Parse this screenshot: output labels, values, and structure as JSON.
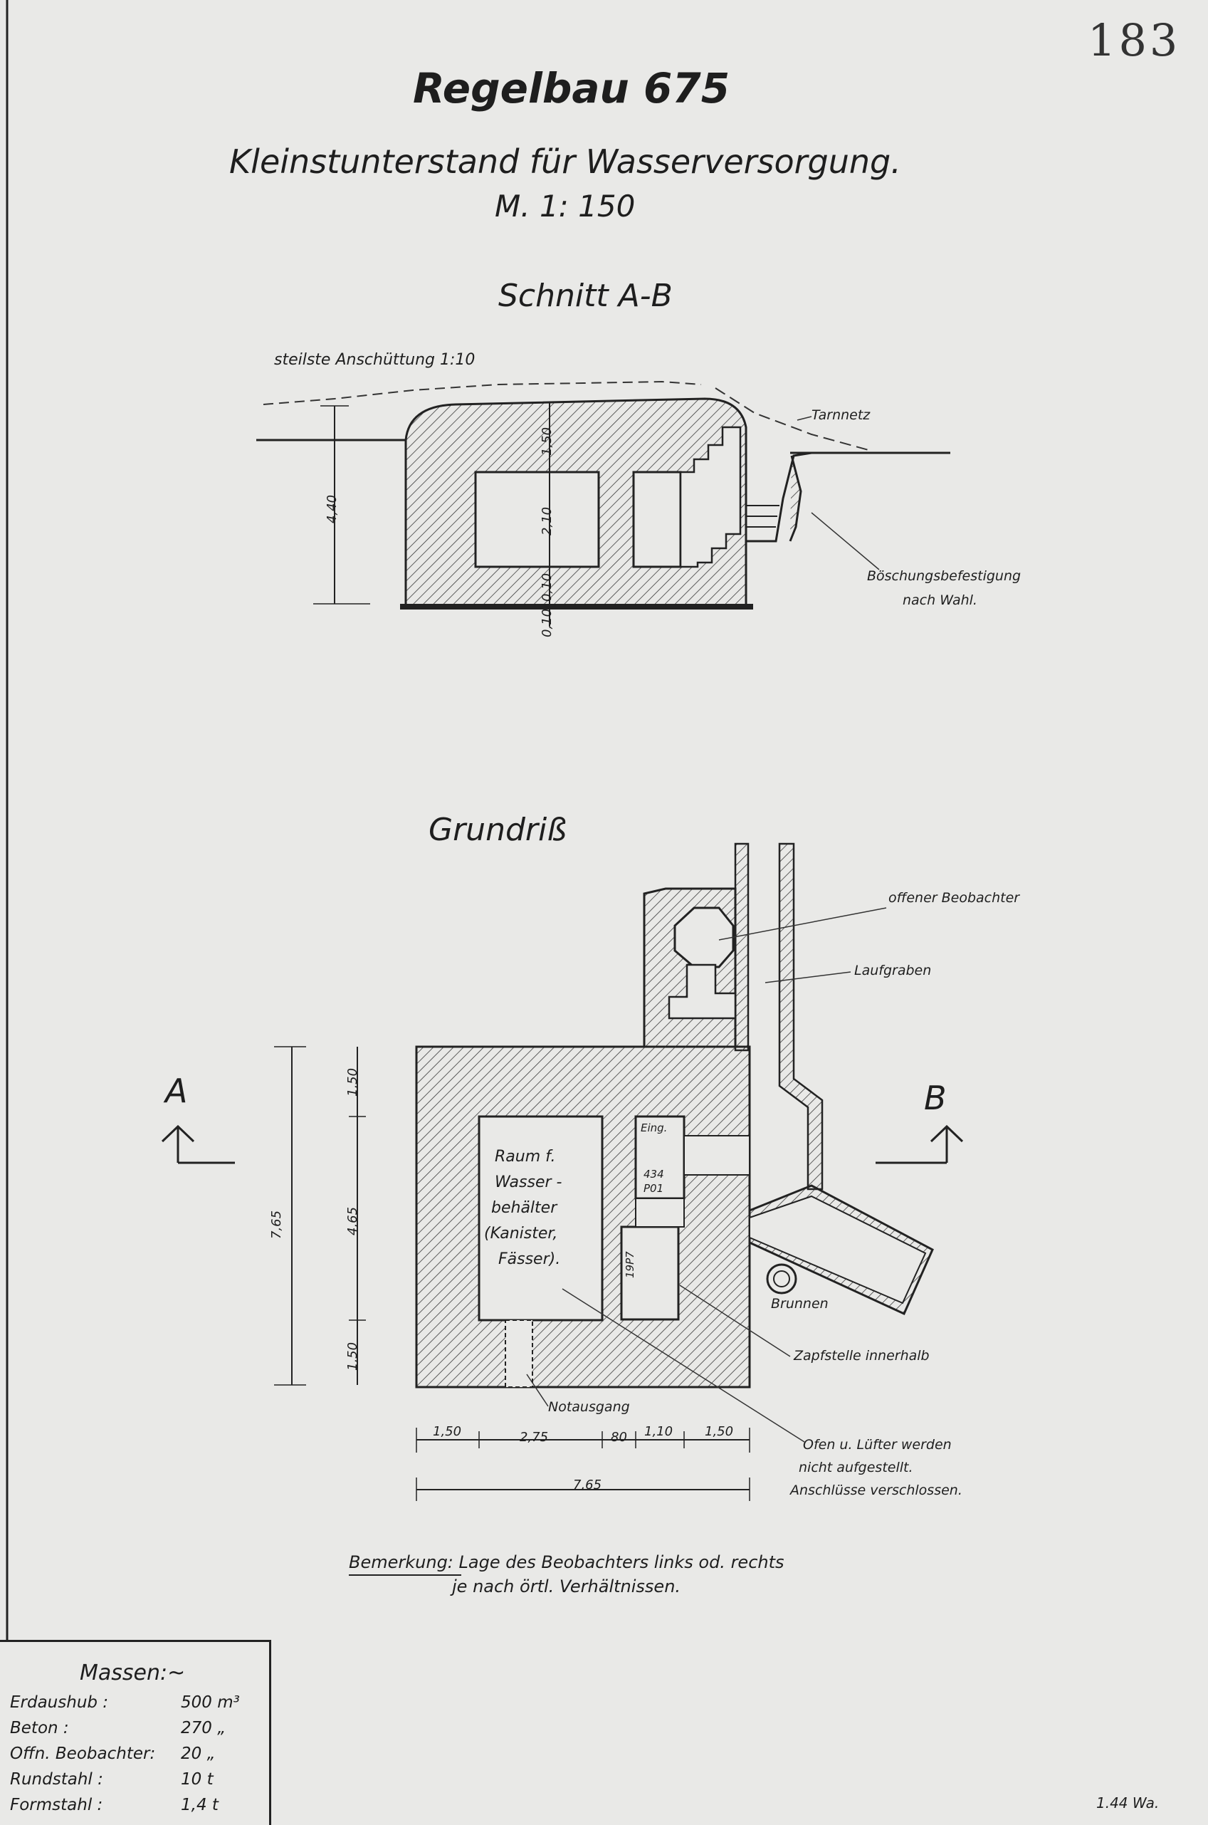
{
  "page_number": "183",
  "title": "Regelbau 675",
  "subtitle": "Kleinstunterstand für Wasserversorgung.",
  "scale": "M. 1: 150",
  "section": {
    "heading": "Schnitt A-B",
    "labels": {
      "fill_slope": "steilste Anschüttung 1:10",
      "camo_net": "Tarnnetz",
      "slope_reinforcement_1": "Böschungsbefestigung",
      "slope_reinforcement_2": "nach Wahl."
    },
    "dims": {
      "total_height": "4,40",
      "roof": "1,50",
      "room": "2,10",
      "floor": "0,10",
      "base": "0,10"
    }
  },
  "plan": {
    "heading": "Grundriß",
    "labels": {
      "observer": "offener Beobachter",
      "trench": "Laufgraben",
      "room_1": "Raum f.",
      "room_2": "Wasser -",
      "room_3": "behälter",
      "room_4": "(Kanister,",
      "room_5": "Fässer).",
      "entry": "Eing.",
      "door_1": "434",
      "door_2": "P01",
      "door_3": "19P7",
      "well": "Brunnen",
      "tap": "Zapfstelle innerhalb",
      "emergency_exit": "Notausgang",
      "oven_1": "Ofen u. Lüfter werden",
      "oven_2": "nicht aufgestellt.",
      "oven_3": "Anschlüsse verschlossen."
    },
    "section_marks": {
      "a": "A",
      "b": "B"
    },
    "dims": {
      "depth_total": "7,65",
      "wall_top": "1,50",
      "inner": "4,65",
      "wall_bottom": "1,50",
      "w1": "1,50",
      "w2": "2,75",
      "w3": "80",
      "w4": "1,10",
      "w5": "1,50",
      "width_total": "7,65"
    }
  },
  "remark": {
    "label": "Bemerkung:",
    "line1": "Lage des Beobachters links od. rechts",
    "line2": "je nach örtl. Verhältnissen."
  },
  "masses": {
    "heading": "Massen:~",
    "rows": [
      {
        "label": "Erdaushub :",
        "value": "500 m³"
      },
      {
        "label": "Beton :",
        "value": "270 „"
      },
      {
        "label": "Offn. Beobachter:",
        "value": "20 „"
      },
      {
        "label": "Rundstahl :",
        "value": "10 t"
      },
      {
        "label": "Formstahl :",
        "value": "1,4 t"
      }
    ]
  },
  "footer_mark": "1.44 Wa."
}
